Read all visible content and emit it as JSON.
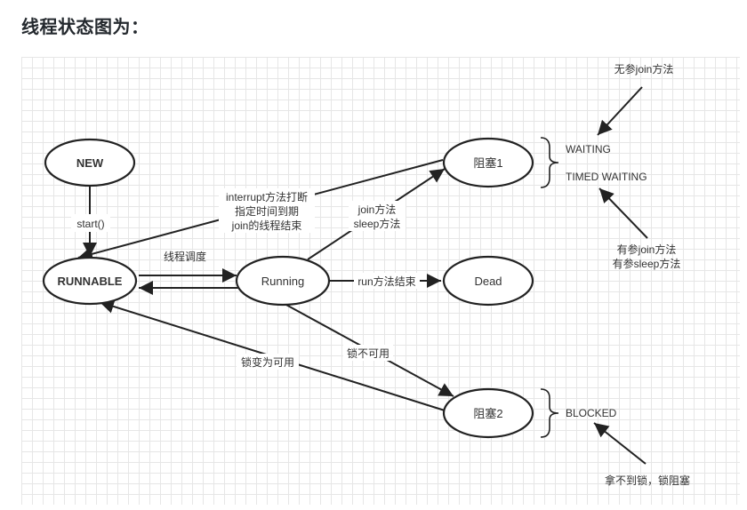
{
  "heading": "线程状态图为：",
  "nodes": {
    "new": "NEW",
    "runnable": "RUNNABLE",
    "running": "Running",
    "dead": "Dead",
    "blocked1": "阻塞1",
    "blocked2": "阻塞2"
  },
  "edges": {
    "start": "start()",
    "schedule": "线程调度",
    "interrupt_1": "interrupt方法打断",
    "interrupt_2": "指定时间到期",
    "interrupt_3": "join的线程结束",
    "join_1": "join方法",
    "join_2": "sleep方法",
    "run_end": "run方法结束",
    "lock_unavailable": "锁不可用",
    "lock_available": "锁变为可用"
  },
  "annotations": {
    "waiting": "WAITING",
    "timed_waiting": "TIMED WAITING",
    "blocked": "BLOCKED",
    "no_param_join": "无参join方法",
    "param_join": "有参join方法",
    "param_sleep": "有参sleep方法",
    "cant_get_lock": "拿不到锁，锁阻塞"
  }
}
